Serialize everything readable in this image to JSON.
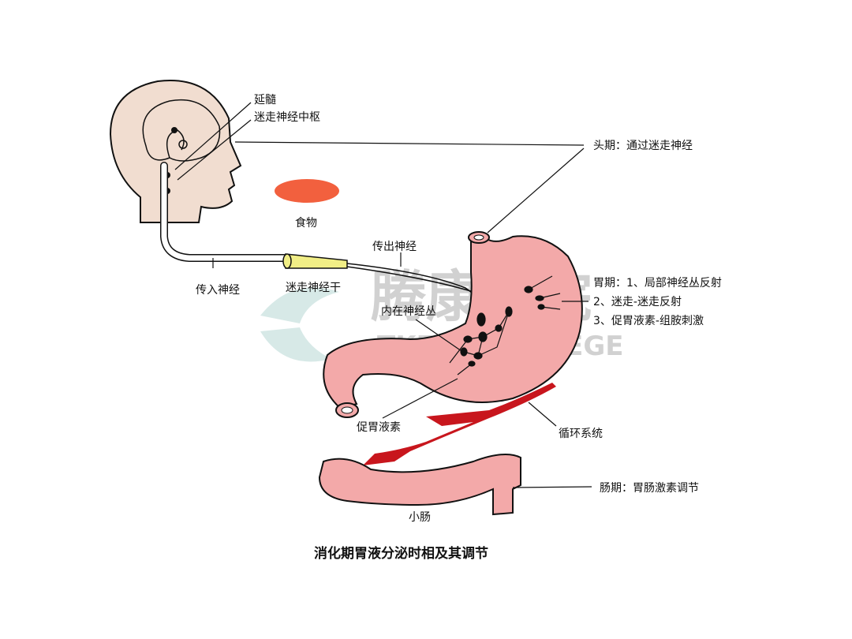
{
  "diagram": {
    "title": "消化期胃液分泌时相及其调节",
    "colors": {
      "stomach": "#f3a9a9",
      "food": "#f2603e",
      "blood_vessel": "#c8161d",
      "vagus_trunk": "#f1ee86",
      "head": "#f1ddd0"
    },
    "labels": {
      "medulla": "延髓",
      "vagal_center": "迷走神经中枢",
      "cephalic_phase": "头期：通过迷走神经",
      "food": "食物",
      "efferent_nerve": "传出神经",
      "afferent_nerve": "传入神经",
      "vagus_trunk": "迷走神经干",
      "intrinsic_plexus": "内在神经丛",
      "gastric_phase_1": "胃期：1、局部神经丛反射",
      "gastric_phase_2": "2、迷走-迷走反射",
      "gastric_phase_3": "3、促胃液素-组胺刺激",
      "gastrin": "促胃液素",
      "circulation": "循环系统",
      "intestinal_phase": "肠期：胃肠激素调节",
      "small_intestine": "小肠"
    },
    "watermark": {
      "cn": "腾康学院",
      "en": "TKENG COLLEGE"
    }
  }
}
